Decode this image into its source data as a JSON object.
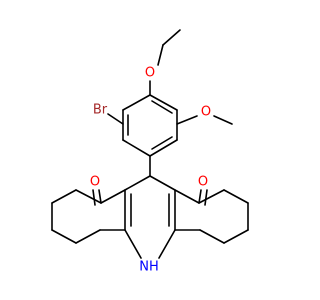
{
  "colors": {
    "bond": "#000000",
    "background": "#ffffff",
    "oxygen": "#ff0000",
    "bromine": "#a52a2a",
    "nitrogen": "#0000ff"
  },
  "atoms": {
    "br": "Br",
    "o_ethoxy": "O",
    "o_methoxy": "O",
    "o_ketone_left": "O",
    "o_ketone_right": "O",
    "nh": "NH"
  }
}
